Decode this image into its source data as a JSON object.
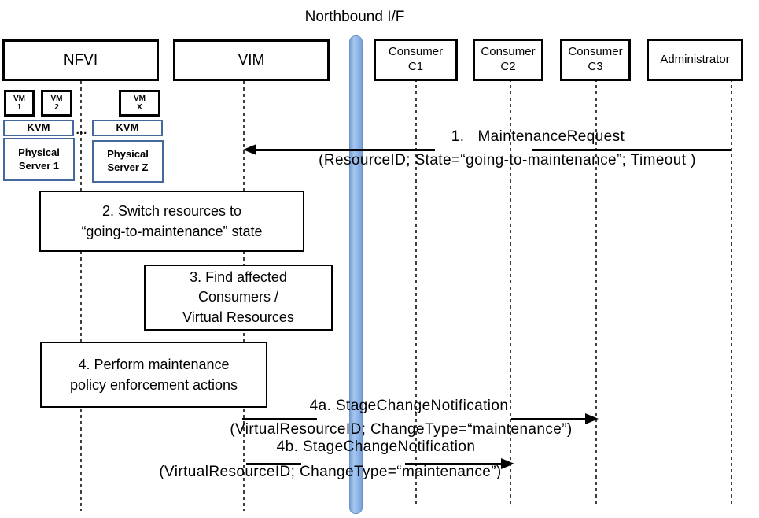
{
  "title": "Northbound I/F",
  "actors": {
    "nfvi": {
      "label": "NFVI"
    },
    "vim": {
      "label": "VIM"
    },
    "c1": {
      "line1": "Consumer",
      "line2": "C1"
    },
    "c2": {
      "line1": "Consumer",
      "line2": "C2"
    },
    "c3": {
      "line1": "Consumer",
      "line2": "C3"
    },
    "admin": {
      "label": "Administrator"
    }
  },
  "nfvi_internals": {
    "vm1": {
      "line1": "VM",
      "line2": "1"
    },
    "vm2": {
      "line1": "VM",
      "line2": "2"
    },
    "vmx": {
      "line1": "VM",
      "line2": "X"
    },
    "kvm_left": {
      "label": "KVM"
    },
    "kvm_right": {
      "label": "KVM"
    },
    "ellipsis": "…",
    "ps1": {
      "line1": "Physical",
      "line2": "Server 1"
    },
    "psz": {
      "line1": "Physical",
      "line2": "Server Z"
    }
  },
  "activities": {
    "a2": {
      "line1": "2. Switch resources to",
      "line2": "“going-to-maintenance” state"
    },
    "a3": {
      "line1": "3. Find affected",
      "line2": "Consumers /",
      "line3": "Virtual Resources"
    },
    "a4": {
      "line1": "4. Perform maintenance",
      "line2": "policy enforcement actions"
    }
  },
  "messages": {
    "m1": {
      "name": "1.   MaintenanceRequest",
      "params": "(ResourceID; State=“going-to-maintenance”; Timeout )"
    },
    "m4a": {
      "name": "4a. StageChangeNotification",
      "params": "(VirtualResourceID; ChangeType=“maintenance”)"
    },
    "m4b": {
      "name": "4b. StageChangeNotification",
      "params": "(VirtualResourceID; ChangeType=“maintenance”)"
    }
  },
  "colors": {
    "blue_box_border": "#44699d",
    "bar_fill": "#8db4e6",
    "bar_border": "#6b91c7",
    "line_black": "#000000"
  }
}
